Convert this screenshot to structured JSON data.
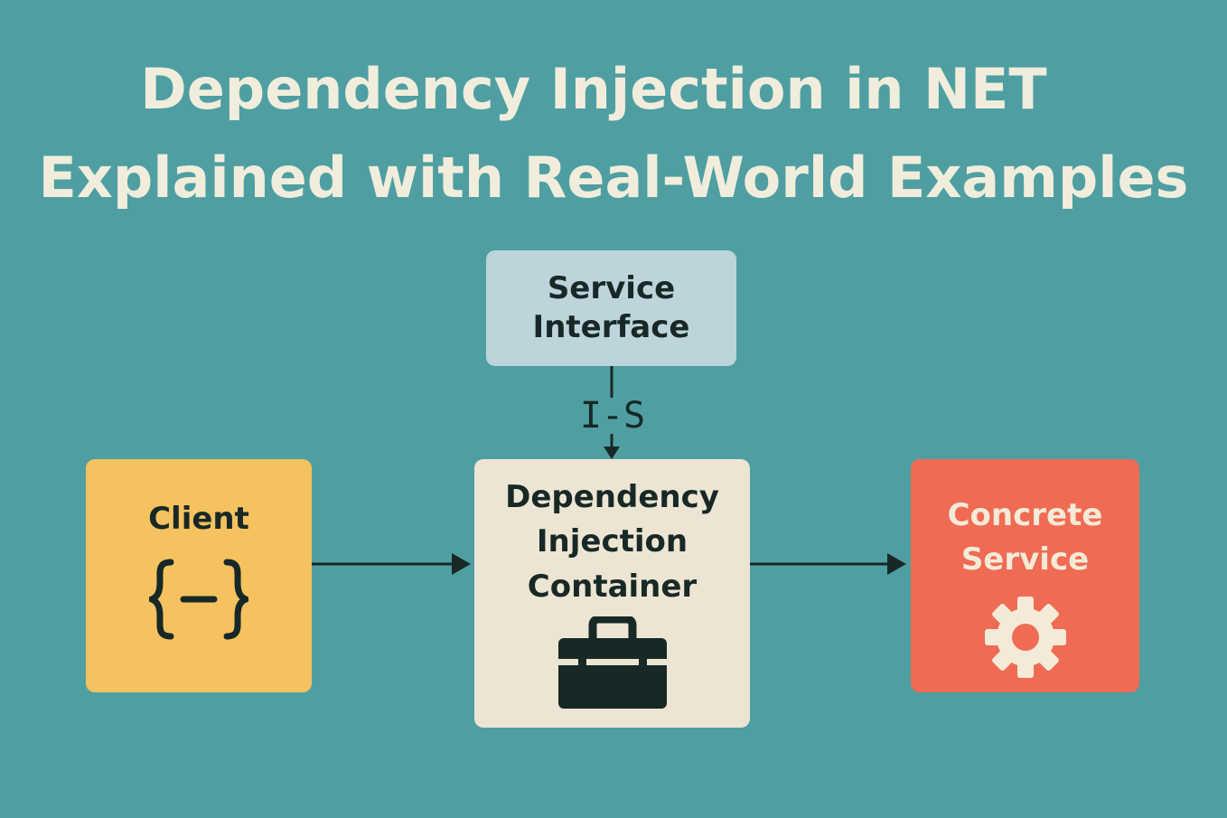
{
  "title": {
    "line1": "Dependency Injection in NET",
    "line2": "Explained with Real-World Examples"
  },
  "nodes": {
    "service_interface": {
      "line1": "Service",
      "line2": "Interface"
    },
    "client": {
      "label": "Client",
      "icon": "curly-braces-icon"
    },
    "container": {
      "line1": "Dependency",
      "line2": "Injection",
      "line3": "Container",
      "icon": "toolbox-icon"
    },
    "concrete_service": {
      "line1": "Concrete",
      "line2": "Service",
      "icon": "gear-icon"
    }
  },
  "edges": {
    "interface_to_container_label": "I-S"
  },
  "colors": {
    "background": "#4f9fa2",
    "title": "#f1eddc",
    "service_interface": "#bdd4db",
    "client": "#f5c25f",
    "container": "#ede5d4",
    "concrete_service": "#f06b53",
    "ink": "#182826"
  }
}
